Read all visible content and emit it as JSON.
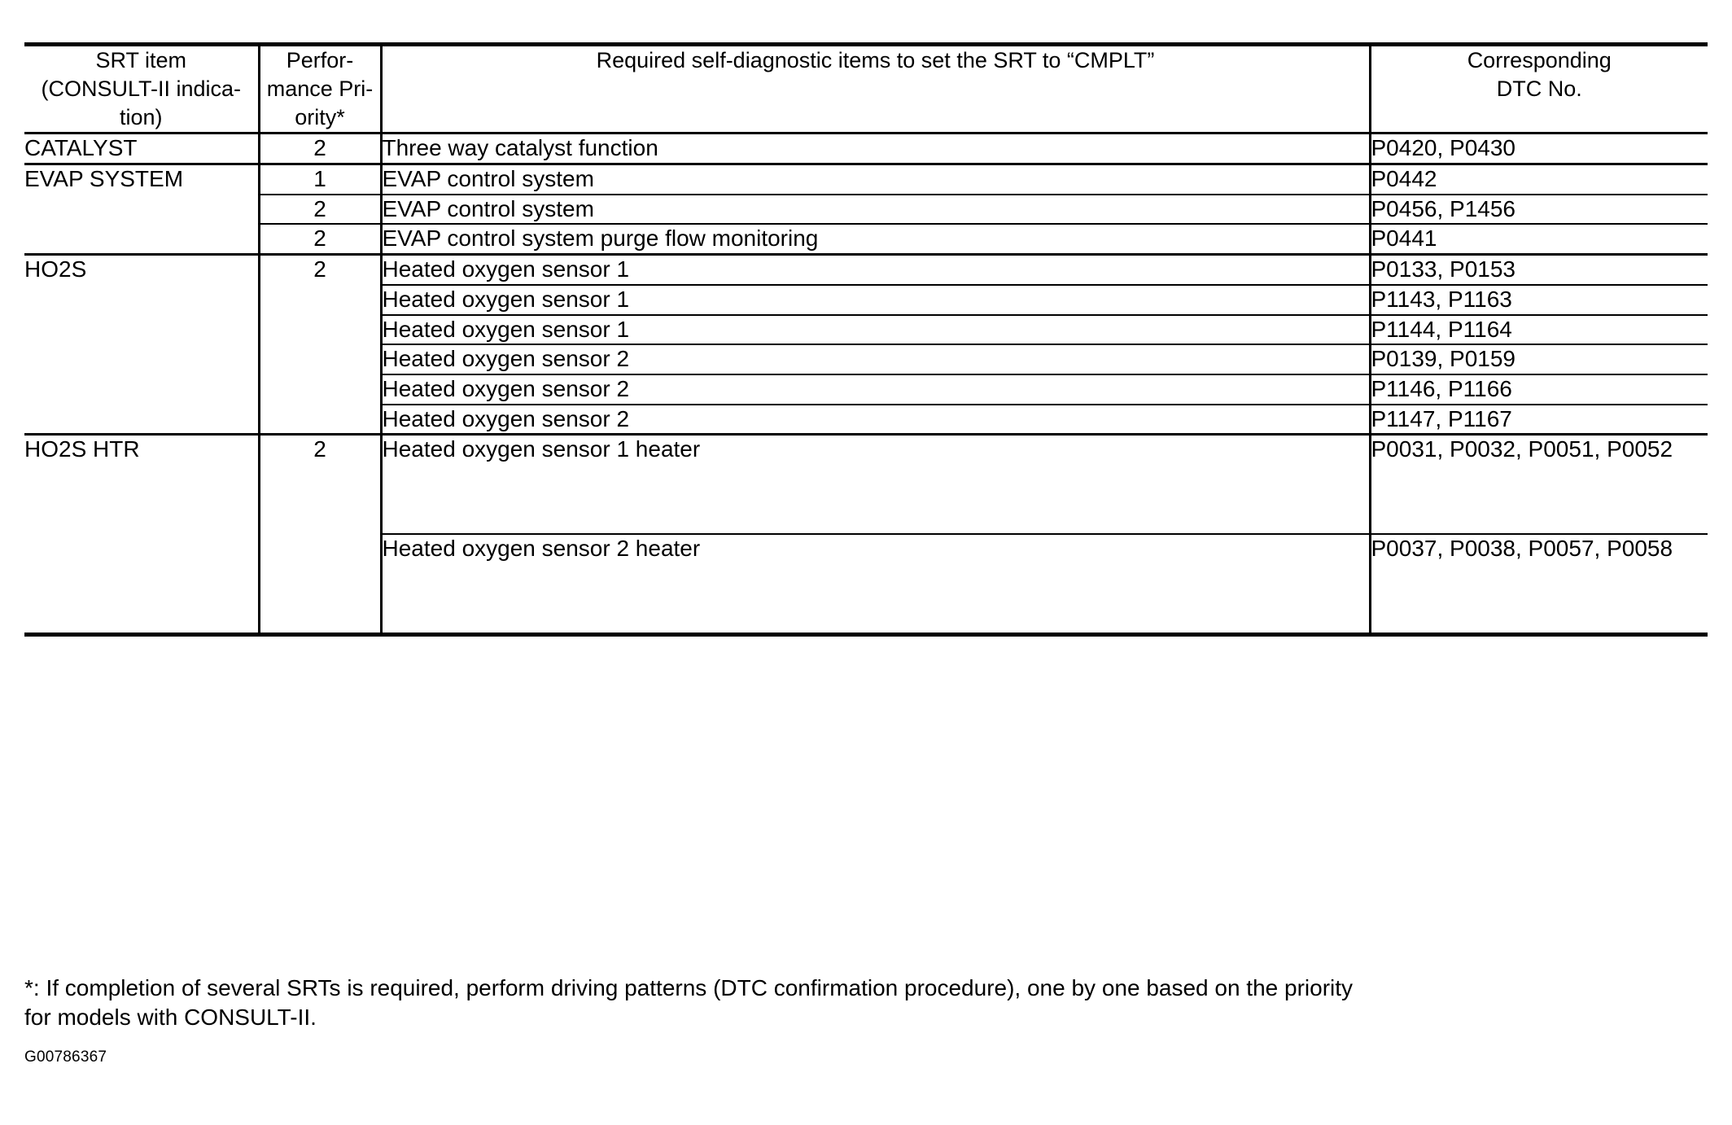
{
  "table": {
    "headers": {
      "srt_item": "SRT item\n(CONSULT-II indica-\ntion)",
      "srt_item_line1": "SRT item",
      "srt_item_line2": "(CONSULT-II indica-",
      "srt_item_line3": "tion)",
      "priority_line1": "Perfor-",
      "priority_line2": "mance Pri-",
      "priority_line3": "ority*",
      "required_items": "Required self-diagnostic items to set the SRT to “CMPLT”",
      "dtc_line1": "Corresponding",
      "dtc_line2": "DTC No."
    },
    "rows": [
      {
        "srt_item": "CATALYST",
        "priority": "2",
        "required_item": "Three way catalyst function",
        "dtc": "P0420, P0430",
        "group_start": true
      },
      {
        "srt_item": "EVAP SYSTEM",
        "priority": "1",
        "required_item": "EVAP control system",
        "dtc": "P0442",
        "group_start": true
      },
      {
        "srt_item": "",
        "priority": "2",
        "required_item": "EVAP control system",
        "dtc": "P0456, P1456",
        "group_start": false
      },
      {
        "srt_item": "",
        "priority": "2",
        "required_item": "EVAP control system purge flow monitoring",
        "dtc": "P0441",
        "group_start": false
      },
      {
        "srt_item": "HO2S",
        "priority": "2",
        "required_item": "Heated oxygen sensor 1",
        "dtc": "P0133, P0153",
        "group_start": true
      },
      {
        "srt_item": "",
        "priority": "",
        "required_item": "Heated oxygen sensor 1",
        "dtc": "P1143, P1163",
        "group_start": false
      },
      {
        "srt_item": "",
        "priority": "",
        "required_item": "Heated oxygen sensor 1",
        "dtc": "P1144, P1164",
        "group_start": false
      },
      {
        "srt_item": "",
        "priority": "",
        "required_item": "Heated oxygen sensor 2",
        "dtc": "P0139, P0159",
        "group_start": false
      },
      {
        "srt_item": "",
        "priority": "",
        "required_item": "Heated oxygen sensor 2",
        "dtc": "P1146, P1166",
        "group_start": false
      },
      {
        "srt_item": "",
        "priority": "",
        "required_item": "Heated oxygen sensor 2",
        "dtc": "P1147, P1167",
        "group_start": false
      },
      {
        "srt_item": "HO2S HTR",
        "priority": "2",
        "required_item": "Heated oxygen sensor 1 heater",
        "dtc": "P0031, P0032, P0051, P0052",
        "group_start": true
      },
      {
        "srt_item": "",
        "priority": "",
        "required_item": "Heated oxygen sensor 2 heater",
        "dtc": "P0037, P0038, P0057, P0058",
        "group_start": false
      }
    ]
  },
  "footnote": {
    "line1": "*: If completion of several SRTs is required, perform driving patterns (DTC confirmation procedure), one by one based on the priority",
    "line2": "for models with CONSULT-II."
  },
  "figure_code": "G00786367"
}
